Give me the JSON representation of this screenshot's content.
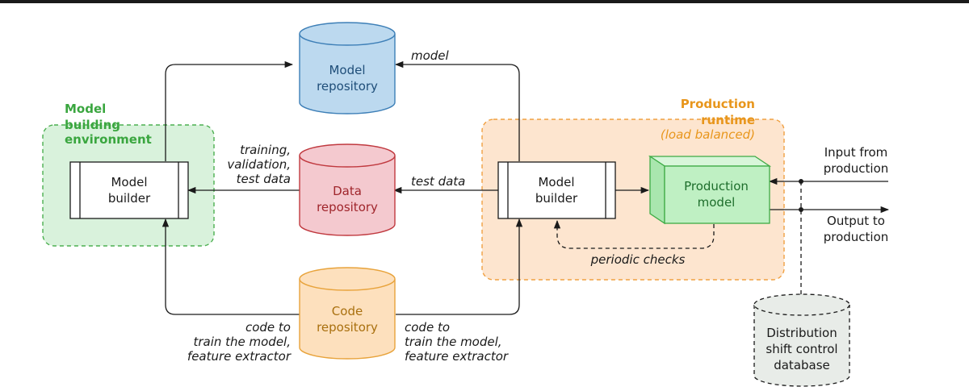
{
  "zones": {
    "building_env": {
      "lines": [
        "Model",
        "building",
        "environment"
      ]
    },
    "production_runtime": {
      "lines": [
        "Production",
        "runtime"
      ],
      "note": "(load balanced)"
    }
  },
  "stores": {
    "model_repo": {
      "lines": [
        "Model",
        "repository"
      ]
    },
    "data_repo": {
      "lines": [
        "Data",
        "repository"
      ]
    },
    "code_repo": {
      "lines": [
        "Code",
        "repository"
      ]
    },
    "dist_db": {
      "lines": [
        "Distribution",
        "shift control",
        "database"
      ]
    }
  },
  "processes": {
    "builder_left": {
      "lines": [
        "Model",
        "builder"
      ]
    },
    "builder_right": {
      "lines": [
        "Model",
        "builder"
      ]
    },
    "prod_model": {
      "lines": [
        "Production",
        "model"
      ]
    }
  },
  "flows": {
    "model": "model",
    "training": [
      "training,",
      "validation,",
      "test data"
    ],
    "test_data": "test data",
    "code_left": [
      "code to",
      "train the model,",
      "feature extractor"
    ],
    "code_right": [
      "code to",
      "train the model,",
      "feature extractor"
    ],
    "periodic": "periodic checks",
    "input": [
      "Input from",
      "production"
    ],
    "output": [
      "Output to",
      "production"
    ]
  },
  "colors": {
    "green_zone": "#d9f2dc",
    "green_border": "#4caf50",
    "green_text": "#3aa63f",
    "orange_zone": "#fde5cf",
    "orange_border": "#f0a041",
    "orange_text": "#e8961c",
    "blue_fill": "#bcd9ef",
    "blue_border": "#3d7fb7",
    "blue_text": "#1f4e79",
    "red_fill": "#f4c9cf",
    "red_border": "#c0393f",
    "red_text": "#a0262c",
    "code_fill": "#fde0bd",
    "code_border": "#e8a33b",
    "code_text": "#a9700f",
    "grey_fill": "#e8ece8",
    "prod_fill": "#bff0c3",
    "prod_border": "#3eab45",
    "prod_text": "#1e6e2c"
  }
}
